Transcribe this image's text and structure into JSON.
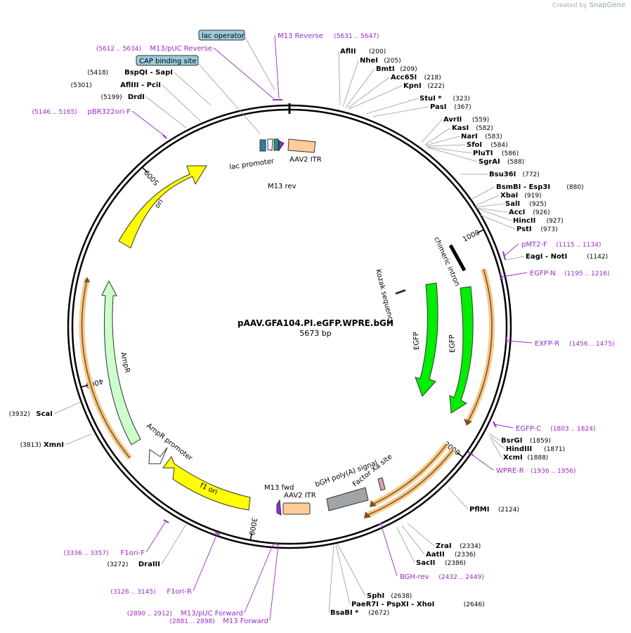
{
  "credit": {
    "prefix": "Created by",
    "brand": "SnapGene"
  },
  "plasmid": {
    "name": "pAAV.GFA104.PI.eGFP.WPRE.bGH",
    "size_label": "5673 bp",
    "length": 5673
  },
  "ticks": [
    {
      "pos": 1000,
      "label": "1000"
    },
    {
      "pos": 2000,
      "label": "2000"
    },
    {
      "pos": 3000,
      "label": "3000"
    },
    {
      "pos": 4000,
      "label": "4000"
    },
    {
      "pos": 5000,
      "label": "5000"
    }
  ],
  "features": {
    "ori": "ori",
    "ampr": "AmpR",
    "ampr_promoter": "AmpR promoter",
    "f1ori": "f1 ori",
    "egfp1": "EGFP",
    "egfp2": "EGFP",
    "kozak": "Kozak sequence",
    "chimeric_intron": "chimeric intron",
    "lac_promoter": "lac promoter",
    "m13rev": "M13 rev",
    "aav2itr_top": "AAV2 ITR",
    "m13fwd": "M13 fwd",
    "aav2itr_bottom": "AAV2 ITR",
    "bgh": "bGH poly(A) signal",
    "factor_xa": "Factor Xa site",
    "lac_operator": "lac operator",
    "cap_site": "CAP binding site"
  },
  "enzymes_right": [
    {
      "name": "AflII",
      "pos": "(200)"
    },
    {
      "name": "NheI",
      "pos": "(205)"
    },
    {
      "name": "BmtI",
      "pos": "(209)"
    },
    {
      "name": "Acc65I",
      "pos": "(218)"
    },
    {
      "name": "KpnI",
      "pos": "(222)"
    },
    {
      "name": "StuI *",
      "pos": "(323)"
    },
    {
      "name": "PasI",
      "pos": "(367)"
    },
    {
      "name": "AvrII",
      "pos": "(559)"
    },
    {
      "name": "KasI",
      "pos": "(582)"
    },
    {
      "name": "NarI",
      "pos": "(583)"
    },
    {
      "name": "SfoI",
      "pos": "(584)"
    },
    {
      "name": "PluTI",
      "pos": "(586)"
    },
    {
      "name": "SgrAI",
      "pos": "(588)"
    },
    {
      "name": "Bsu36I",
      "pos": "(772)"
    },
    {
      "name": "BsmBI  - Esp3I",
      "pos": "(880)"
    },
    {
      "name": "XbaI",
      "pos": "(919)"
    },
    {
      "name": "SalI",
      "pos": "(925)"
    },
    {
      "name": "AccI",
      "pos": "(926)"
    },
    {
      "name": "HincII",
      "pos": "(927)"
    },
    {
      "name": "PstI",
      "pos": "(973)"
    },
    {
      "name": "EagI  - NotI",
      "pos": "(1142)"
    },
    {
      "name": "BsrGI",
      "pos": "(1859)"
    },
    {
      "name": "HindIII",
      "pos": "(1871)"
    },
    {
      "name": "XcmI",
      "pos": "(1888)"
    },
    {
      "name": "PflMI",
      "pos": "(2124)"
    },
    {
      "name": "ZraI",
      "pos": "(2334)"
    },
    {
      "name": "AatII",
      "pos": "(2336)"
    },
    {
      "name": "SacII",
      "pos": "(2386)"
    },
    {
      "name": "SphI",
      "pos": "(2638)"
    },
    {
      "name": "PaeR7I  - PspXI  - XhoI",
      "pos": "(2646)"
    },
    {
      "name": "BsaBI *",
      "pos": "(2672)"
    }
  ],
  "enzymes_left": [
    {
      "name": "BspQI  - SapI",
      "pos": "(5418)"
    },
    {
      "name": "AflIII  - PciI",
      "pos": "(5301)"
    },
    {
      "name": "DrdI",
      "pos": "(5199)"
    },
    {
      "name": "ScaI",
      "pos": "(3932)"
    },
    {
      "name": "XmnI",
      "pos": "(3813)"
    },
    {
      "name": "DraIII",
      "pos": "(3272)"
    }
  ],
  "primers": [
    {
      "name": "M13 Reverse",
      "range": "(5631 .. 5647)"
    },
    {
      "name": "M13/pUC Reverse",
      "range": "(5612 .. 5634)"
    },
    {
      "name": "pBR322ori-F",
      "range": "(5146 .. 5165)"
    },
    {
      "name": "pMT2-F",
      "range": "(1115 .. 1134)"
    },
    {
      "name": "EGFP-N",
      "range": "(1195 .. 1216)"
    },
    {
      "name": "EXFP-R",
      "range": "(1456 .. 1475)"
    },
    {
      "name": "EGFP-C",
      "range": "(1803 .. 1824)"
    },
    {
      "name": "WPRE-R",
      "range": "(1936 .. 1956)"
    },
    {
      "name": "BGH-rev",
      "range": "(2432 .. 2449)"
    },
    {
      "name": "F1ori-F",
      "range": "(3336 .. 3357)"
    },
    {
      "name": "F1ori-R",
      "range": "(3126 .. 3145)"
    },
    {
      "name": "M13/pUC Forward",
      "range": "(2890 .. 2912)"
    },
    {
      "name": "M13 Forward",
      "range": "(2881 .. 2898)"
    }
  ],
  "colors": {
    "ori": "#ffff00",
    "ampr": "#ccffcc",
    "egfp": "#00ee00",
    "itr": "#ffcc99",
    "bgh": "#a0a4a8",
    "primer": "#9a28c8",
    "orange": "#f0a830",
    "lac": "#99ccdd"
  }
}
